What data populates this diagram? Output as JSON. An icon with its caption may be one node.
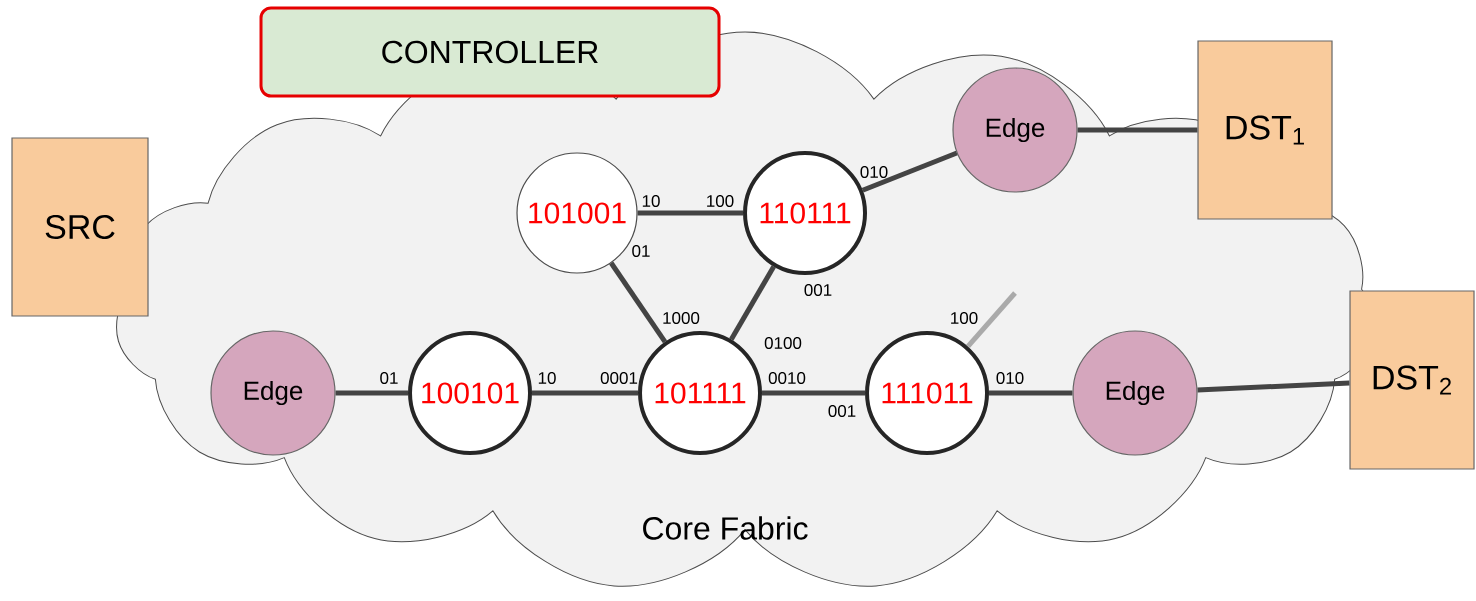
{
  "diagram": {
    "nodes": [
      {
        "text": [
          "Core Fabric"
        ]
      },
      {
        "text": [
          "CONTROLLER"
        ]
      },
      {
        "text": [
          "SRC"
        ]
      },
      {
        "text": [
          "DST$_{1}$"
        ]
      },
      {
        "text": [
          "DST$_{2}$"
        ]
      },
      {
        "text": [
          "Edge"
        ],
        "in": 0
      },
      {
        "text": [
          "Edge"
        ],
        "in": 0
      },
      {
        "text": [
          "Edge"
        ],
        "in": 0
      },
      {
        "text": [
          "101001"
        ],
        "in": 0
      },
      {
        "text": [
          "110111"
        ],
        "in": 0
      },
      {
        "text": [
          "100101"
        ],
        "in": 0
      },
      {
        "text": [
          "101111"
        ],
        "in": 0
      },
      {
        "text": [
          "111011"
        ],
        "in": 0
      }
    ],
    "edges": [
      {
        "from": 6,
        "to": 10,
        "arrow": "none"
      },
      {
        "from": 10,
        "to": 11,
        "arrow": "none"
      },
      {
        "from": 11,
        "to": 12,
        "arrow": "none"
      },
      {
        "from": 12,
        "to": 7,
        "arrow": "none"
      },
      {
        "from": 7,
        "to": 4,
        "arrow": "none"
      },
      {
        "from": 8,
        "to": 9,
        "arrow": "none"
      },
      {
        "from": 8,
        "to": 11,
        "arrow": "none"
      },
      {
        "from": 9,
        "to": 11,
        "arrow": "none"
      },
      {
        "from": 9,
        "to": 5,
        "arrow": "none"
      },
      {
        "from": 5,
        "to": 3,
        "arrow": "none"
      },
      {
        "from": 12,
        "to": null,
        "arrow": "none",
        "color": "#aaaaaa"
      }
    ],
    "labels": [
      "010",
      "10",
      "100",
      "01",
      "001",
      "1000",
      "100",
      "0100",
      "01",
      "10",
      "0001",
      "0010",
      "010",
      "001"
    ]
  }
}
